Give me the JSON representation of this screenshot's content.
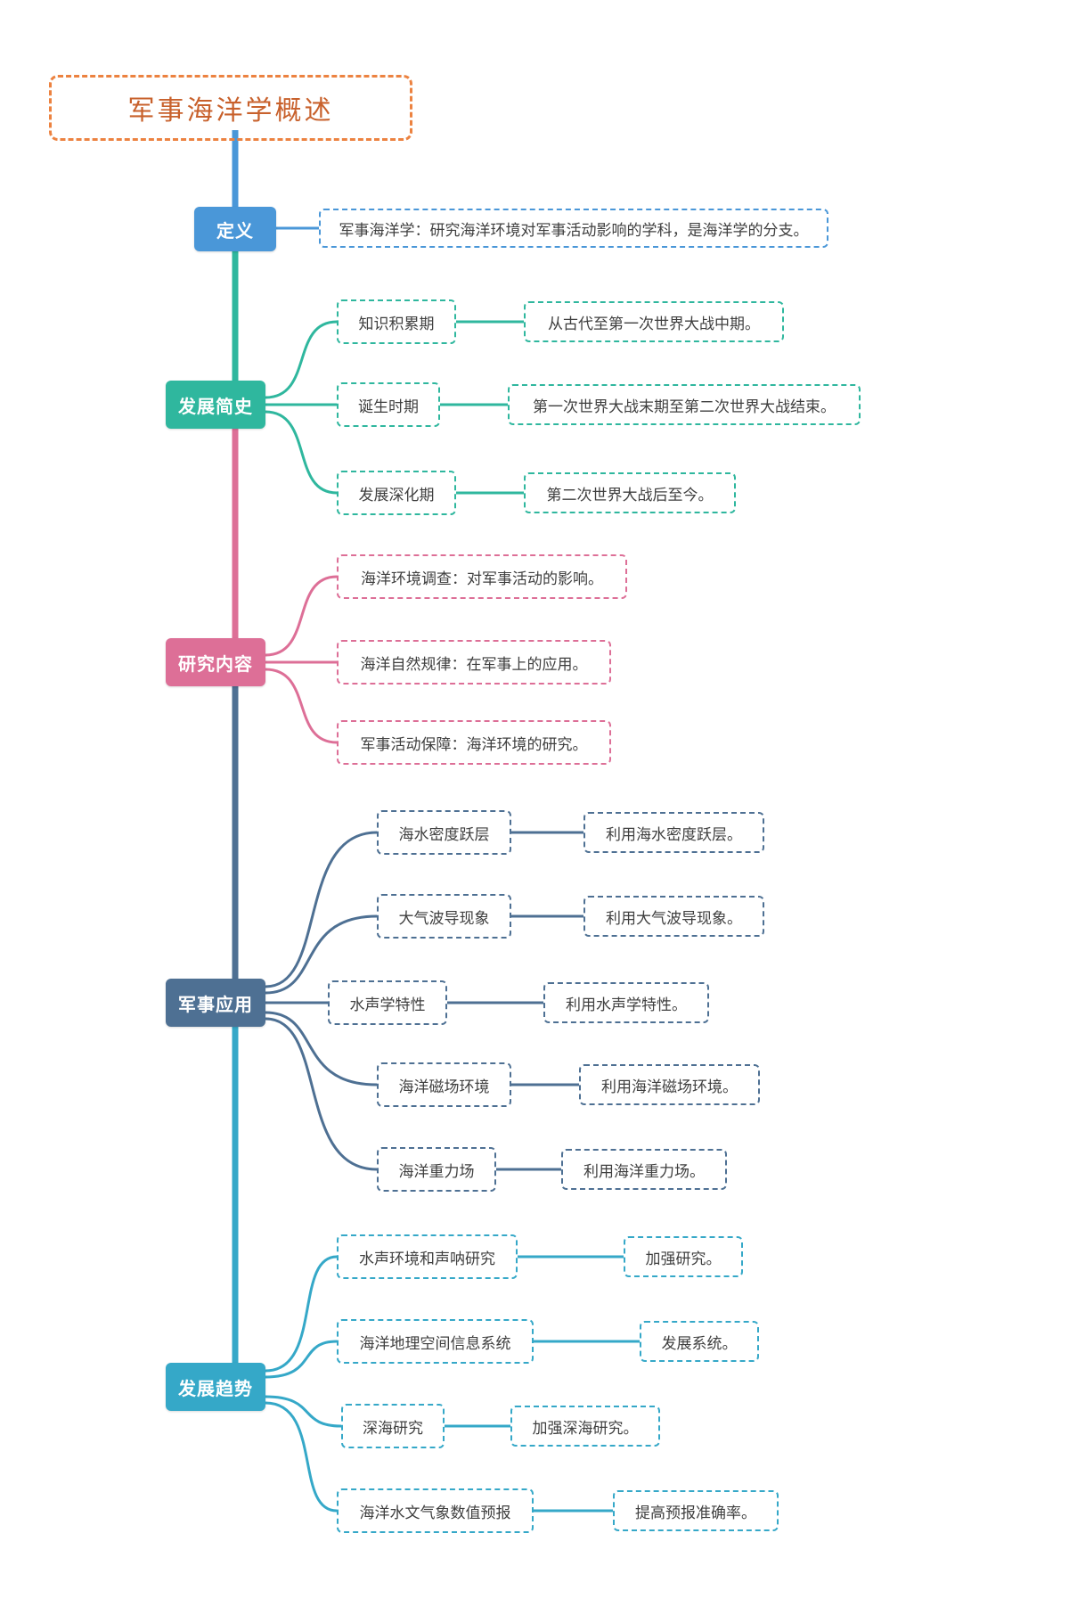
{
  "title": "军事海洋学概述",
  "palette": {
    "root_orange": "#e2793f",
    "definition_blue": "#4a97d8",
    "history_teal": "#2fb79e",
    "research_pink": "#dd6f97",
    "application_slate": "#4e7093",
    "trend_cyan": "#35a8c8"
  },
  "branches": [
    {
      "label": "定义",
      "children": [
        {
          "text": "军事海洋学：研究海洋环境对军事活动影响的学科，是海洋学的分支。"
        }
      ]
    },
    {
      "label": "发展简史",
      "children": [
        {
          "text": "知识积累期",
          "detail": "从古代至第一次世界大战中期。"
        },
        {
          "text": "诞生时期",
          "detail": "第一次世界大战末期至第二次世界大战结束。"
        },
        {
          "text": "发展深化期",
          "detail": "第二次世界大战后至今。"
        }
      ]
    },
    {
      "label": "研究内容",
      "children": [
        {
          "text": "海洋环境调查：对军事活动的影响。"
        },
        {
          "text": "海洋自然规律：在军事上的应用。"
        },
        {
          "text": "军事活动保障：海洋环境的研究。"
        }
      ]
    },
    {
      "label": "军事应用",
      "children": [
        {
          "text": "海水密度跃层",
          "detail": "利用海水密度跃层。"
        },
        {
          "text": "大气波导现象",
          "detail": "利用大气波导现象。"
        },
        {
          "text": "水声学特性",
          "detail": "利用水声学特性。"
        },
        {
          "text": "海洋磁场环境",
          "detail": "利用海洋磁场环境。"
        },
        {
          "text": "海洋重力场",
          "detail": "利用海洋重力场。"
        }
      ]
    },
    {
      "label": "发展趋势",
      "children": [
        {
          "text": "水声环境和声呐研究",
          "detail": "加强研究。"
        },
        {
          "text": "海洋地理空间信息系统",
          "detail": "发展系统。"
        },
        {
          "text": "深海研究",
          "detail": "加强深海研究。"
        },
        {
          "text": "海洋水文气象数值预报",
          "detail": "提高预报准确率。"
        }
      ]
    }
  ]
}
